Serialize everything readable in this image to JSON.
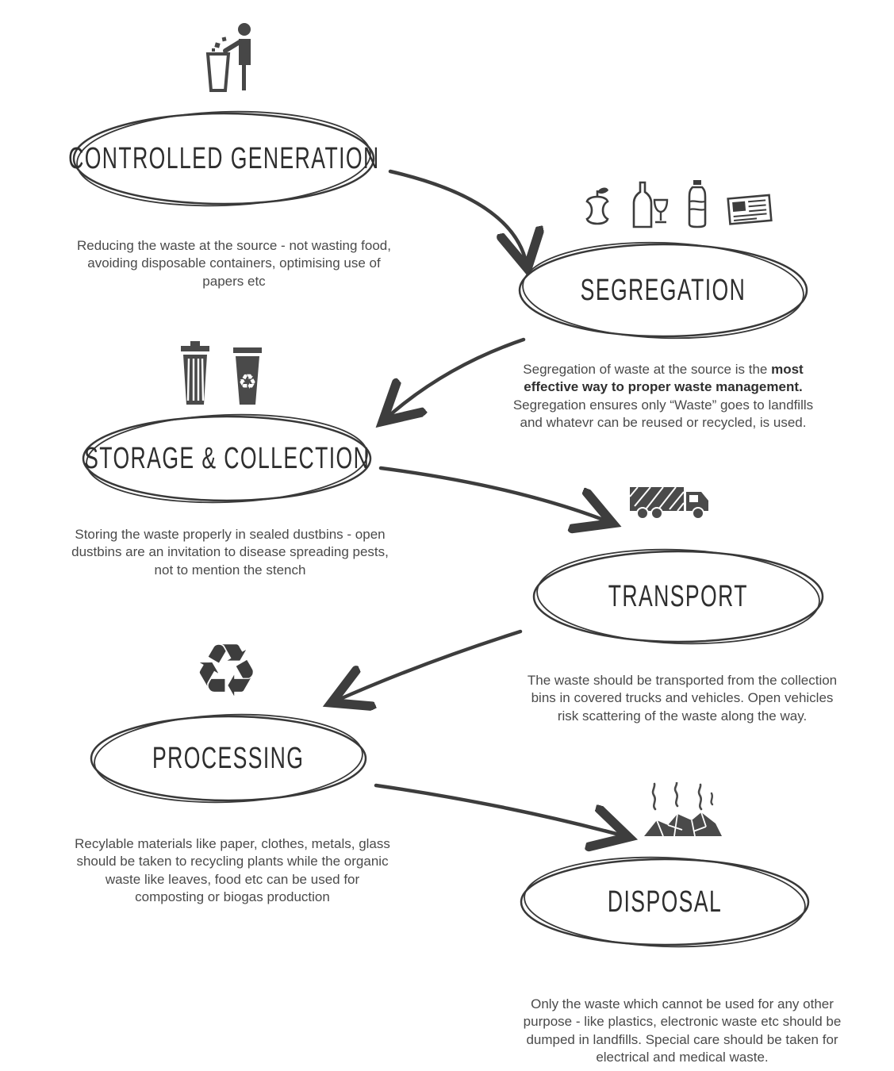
{
  "colors": {
    "ink": "#3d3d3d",
    "outline": "#383838",
    "body_text": "#4a4a4a"
  },
  "steps": [
    {
      "id": "controlled-generation",
      "label": "CONTROLLED GENERATION",
      "icon": "person-throwing-trash-icon",
      "description": "Reducing the waste at the source - not wasting food, avoiding disposable containers, optimising use of papers etc"
    },
    {
      "id": "segregation",
      "label": "SEGREGATION",
      "icon": "apple-core-icon, wine-bottle-glass-icon, water-bottle-icon, newspaper-icon",
      "desc_pre": "Segregation of waste at the source is the ",
      "desc_bold": "most effective way to proper waste management.",
      "desc_post": " Segregation ensures only “Waste” goes to landfills and whatevr can be reused or recycled, is used."
    },
    {
      "id": "storage-collection",
      "label": "STORAGE & COLLECTION",
      "icon": "trash-bin-icon, recycle-bin-icon",
      "description": "Storing the waste properly in sealed dustbins - open dustbins are an invitation to disease spreading pests, not to mention the stench"
    },
    {
      "id": "transport",
      "label": "TRANSPORT",
      "icon": "garbage-truck-icon",
      "description": "The waste should be transported from the collection bins in covered trucks and vehicles. Open vehicles risk scattering of the waste along the way."
    },
    {
      "id": "processing",
      "label": "PROCESSING",
      "icon": "recycle-symbol-icon",
      "description": "Recylable materials like paper, clothes, metals, glass should be taken to recycling plants while the organic waste like leaves, food etc can be used for composting or biogas production"
    },
    {
      "id": "disposal",
      "label": "DISPOSAL",
      "icon": "waste-pile-smoke-icon",
      "description": "Only the waste which cannot be used for any other purpose - like plastics, electronic waste etc should be dumped in landfills. Special care should be taken for electrical and medical waste."
    }
  ],
  "glyphs": {
    "recycle_symbol": "♻"
  }
}
